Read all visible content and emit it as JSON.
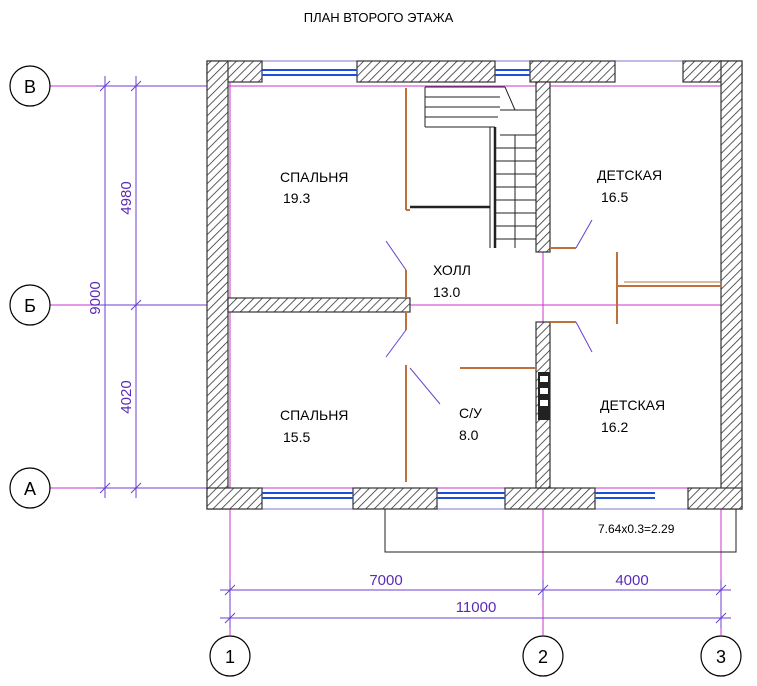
{
  "title": "ПЛАН ВТОРОГО ЭТАЖА",
  "axes": {
    "rows": [
      {
        "label": "В"
      },
      {
        "label": "Б"
      },
      {
        "label": "А"
      }
    ],
    "columns": [
      {
        "label": "1"
      },
      {
        "label": "2"
      },
      {
        "label": "3"
      }
    ]
  },
  "dimensions": {
    "vertical_total": "9000",
    "vertical_upper": "4980",
    "vertical_lower": "4020",
    "horizontal_left": "7000",
    "horizontal_right": "4000",
    "horizontal_total": "11000"
  },
  "rooms": [
    {
      "name": "СПАЛЬНЯ",
      "area": "19.3"
    },
    {
      "name": "ДЕТСКАЯ",
      "area": "16.5"
    },
    {
      "name": "ХОЛЛ",
      "area": "13.0"
    },
    {
      "name": "СПАЛЬНЯ",
      "area": "15.5"
    },
    {
      "name": "С/У",
      "area": "8.0"
    },
    {
      "name": "ДЕТСКАЯ",
      "area": "16.2"
    }
  ],
  "note": "7.64x0.3=2.29",
  "colors": {
    "wall": "#333333",
    "axis_line": "#cc00cc",
    "dimension": "#5a2bb8",
    "window": "#1f4fd6",
    "partition": "#c0703a"
  }
}
